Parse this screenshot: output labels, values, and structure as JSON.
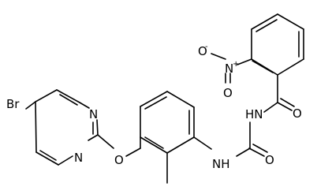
{
  "molecule": {
    "atoms": {
      "br": "Br",
      "pyrimidine_n_top": "N",
      "pyrimidine_n_bottom": "N",
      "ether_o": "O",
      "urea_nh_lower": "NH",
      "urea_nh_upper": "HN",
      "urea_o": "O",
      "amide_o": "O",
      "nitro_n": "N",
      "nitro_n_charge": "+",
      "nitro_o_upper": "O",
      "nitro_o_upper_charge": "-",
      "nitro_o_lower": "O"
    }
  }
}
